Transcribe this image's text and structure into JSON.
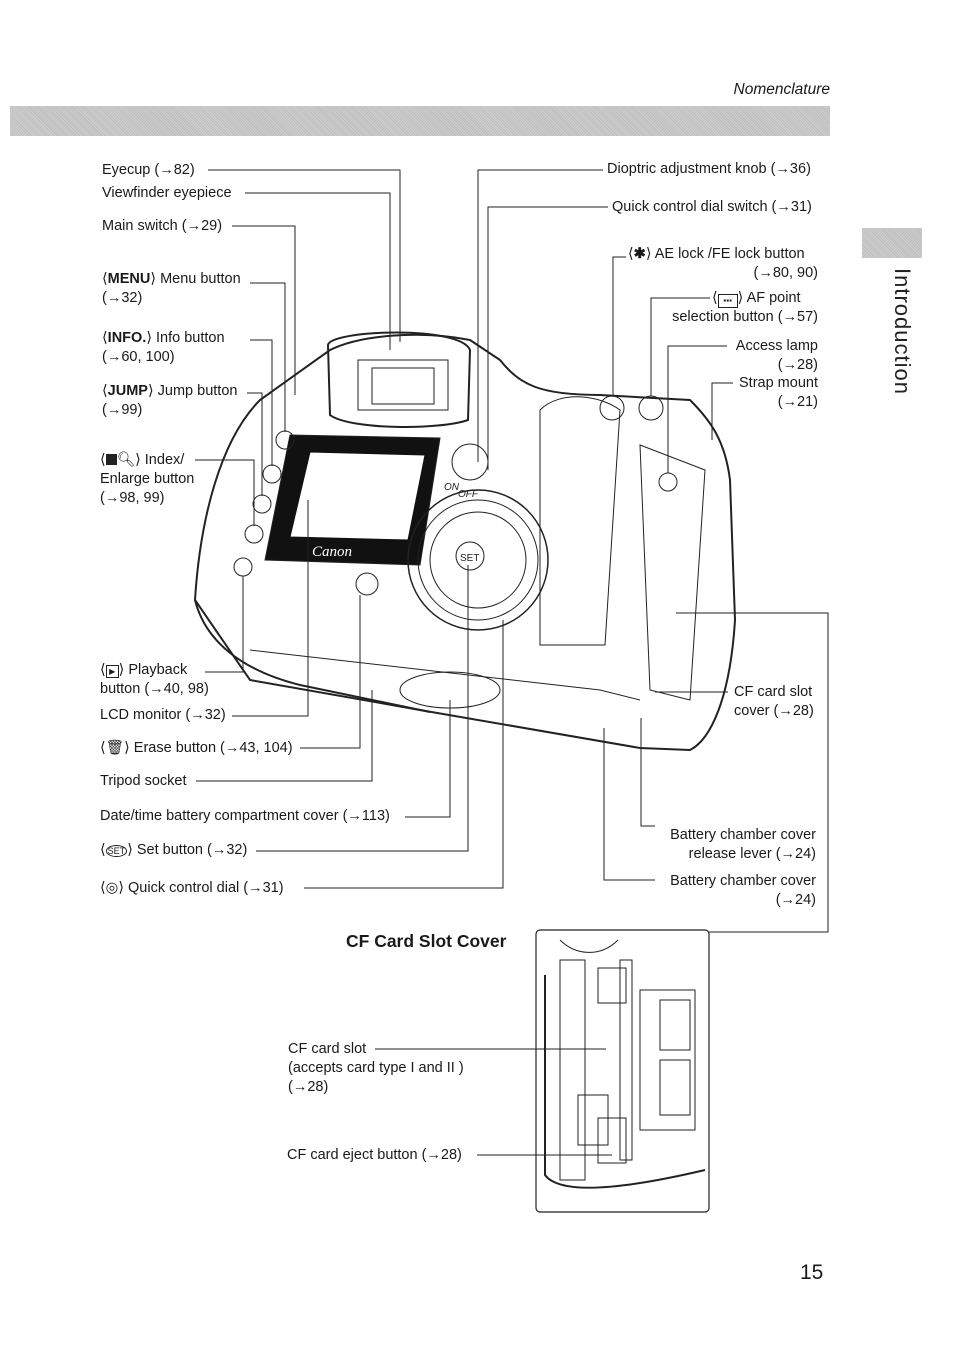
{
  "header": {
    "section": "Nomenclature"
  },
  "side_tab": {
    "label": "Introduction"
  },
  "page_number": "15",
  "left_labels": {
    "eyecup": "Eyecup (→82)",
    "viewfinder": "Viewfinder eyepiece",
    "main_switch": "Main switch (→29)",
    "menu_key": "MENU",
    "menu_rest": "Menu button",
    "menu_ref": "(→32)",
    "info_key": "INFO.",
    "info_rest": "Info button",
    "info_ref": "(→60, 100)",
    "jump_key": "JUMP",
    "jump_rest": "Jump button",
    "jump_ref": "(→99)",
    "index_line1": "Index/",
    "index_line2": "Enlarge button",
    "index_line3": "(→98, 99)",
    "playback_line1": "Playback",
    "playback_line2": "button (→40, 98)",
    "lcd": "LCD monitor (→32)",
    "erase": "Erase button (→43, 104)",
    "tripod": "Tripod socket",
    "datetime": "Date/time battery compartment cover (→113)",
    "set": "Set button (→32)",
    "qcd": "Quick control dial (→31)"
  },
  "right_labels": {
    "dioptric": "Dioptric adjustment knob (→36)",
    "qcd_switch": "Quick control dial switch (→31)",
    "ae_line1": "AE lock /FE lock button",
    "ae_line2": "(→80, 90)",
    "af_line1": "AF point",
    "af_line2": "selection button (→57)",
    "access_line1": "Access lamp",
    "access_line2": "(→28)",
    "strap_line1": "Strap mount",
    "strap_line2": "(→21)",
    "cf_cover_line1": "CF card slot",
    "cf_cover_line2": "cover (→28)",
    "batt_lever_line1": "Battery chamber cover",
    "batt_lever_line2": "release lever (→24)",
    "batt_cover_line1": "Battery chamber cover",
    "batt_cover_line2": "(→24)"
  },
  "cf_section": {
    "title": "CF Card Slot Cover",
    "slot_line1": "CF card slot",
    "slot_line2": "(accepts card type I and II )",
    "slot_line3": "(→28)",
    "eject": "CF card eject button (→28)"
  },
  "camera": {
    "brand": "Canon",
    "dial_label": "SET",
    "on": "ON",
    "off": "OFF"
  }
}
